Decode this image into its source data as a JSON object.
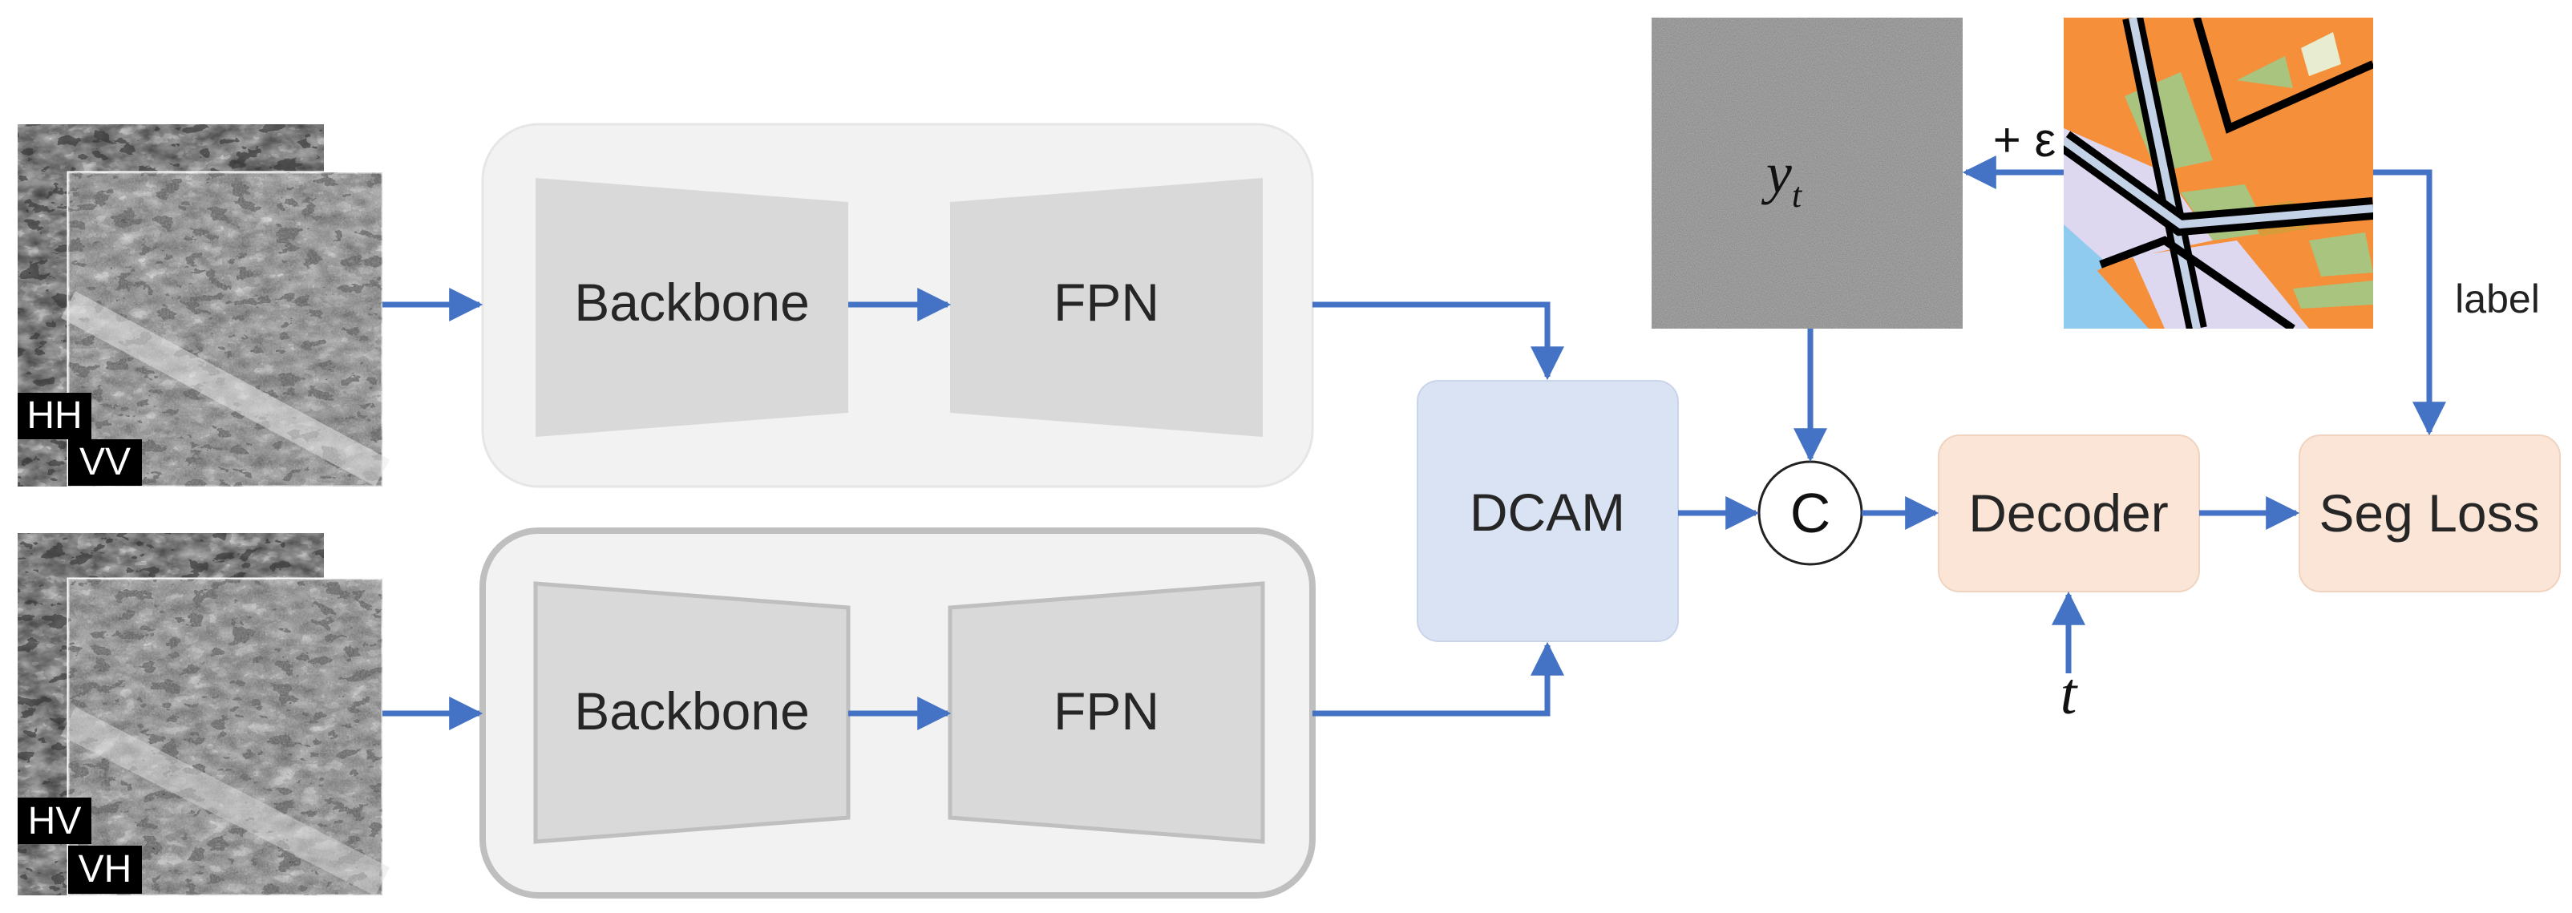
{
  "inputs": {
    "top": {
      "front_label": "HH",
      "back_label": "VV"
    },
    "bottom": {
      "front_label": "HV",
      "back_label": "VH"
    }
  },
  "encoders": {
    "top": {
      "backbone": "Backbone",
      "fpn": "FPN"
    },
    "bottom": {
      "backbone": "Backbone",
      "fpn": "FPN"
    }
  },
  "fusion": {
    "label": "DCAM"
  },
  "noise": {
    "label": "y",
    "subscript": "t"
  },
  "noise_add": {
    "label": "+ ε"
  },
  "label_edge": {
    "label": "label"
  },
  "concat": {
    "label": "C"
  },
  "decoder": {
    "label": "Decoder"
  },
  "timestep": {
    "label": "t"
  },
  "loss": {
    "label": "Seg Loss"
  },
  "colors": {
    "arrow": "#4472c4",
    "encoder_top_fill": "#f2f2f2",
    "encoder_bottom_fill": "#f2f2f2",
    "encoder_bottom_stroke": "#bfbfbf",
    "block_fill": "#d9d9d9",
    "dcam_fill": "#dae3f3",
    "decoder_fill": "#fbe5d6",
    "noise_fill": "#808080",
    "seg_orange": "#f58f3a",
    "seg_green": "#a9c47f",
    "seg_lavender": "#ddd7ef",
    "seg_blue": "#8ecbef",
    "seg_tan": "#d99a3a"
  }
}
